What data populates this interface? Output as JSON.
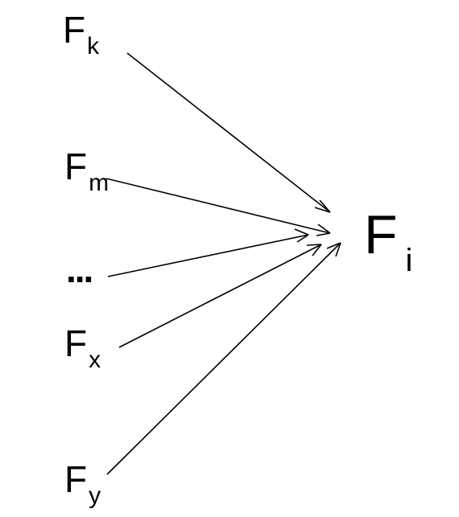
{
  "sources": [
    {
      "id": "k",
      "letter": "F",
      "subscript": "k"
    },
    {
      "id": "m",
      "letter": "F",
      "subscript": "m"
    },
    {
      "id": "dots",
      "text": "..."
    },
    {
      "id": "x",
      "letter": "F",
      "subscript": "x"
    },
    {
      "id": "y",
      "letter": "F",
      "subscript": "y"
    }
  ],
  "target": {
    "letter": "F",
    "subscript": "i"
  }
}
